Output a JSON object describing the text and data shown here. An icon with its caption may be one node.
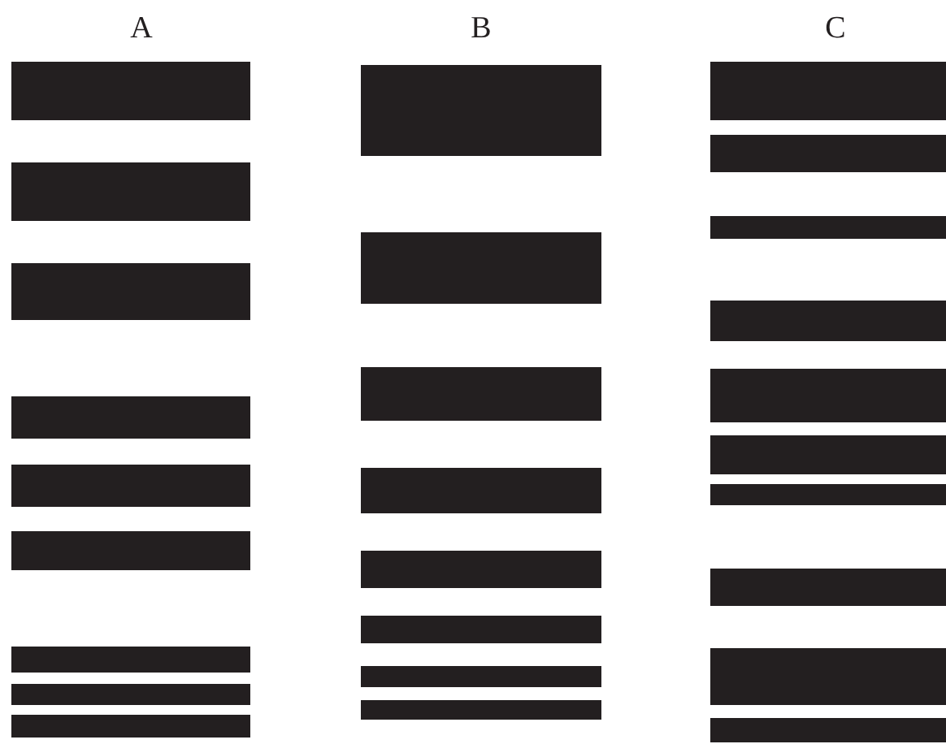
{
  "diagram": {
    "nodes": [
      {
        "text": [],
        "shape": "bar"
      },
      {
        "text": [],
        "shape": "bar"
      },
      {
        "text": [],
        "shape": "bar"
      },
      {
        "text": [],
        "shape": "bar"
      },
      {
        "text": [],
        "shape": "bar"
      },
      {
        "text": [],
        "shape": "bar"
      },
      {
        "text": [],
        "shape": "bar"
      },
      {
        "text": [],
        "shape": "bar"
      },
      {
        "text": [],
        "shape": "bar"
      },
      {
        "text": [],
        "shape": "bar"
      },
      {
        "text": [],
        "shape": "bar"
      },
      {
        "text": [],
        "shape": "bar"
      },
      {
        "text": [],
        "shape": "bar"
      },
      {
        "text": [],
        "shape": "bar"
      },
      {
        "text": [],
        "shape": "bar"
      },
      {
        "text": [],
        "shape": "bar"
      },
      {
        "text": [],
        "shape": "bar"
      },
      {
        "text": [],
        "shape": "bar"
      },
      {
        "text": [],
        "shape": "bar"
      },
      {
        "text": [],
        "shape": "bar"
      },
      {
        "text": [],
        "shape": "bar"
      },
      {
        "text": [],
        "shape": "bar"
      },
      {
        "text": [],
        "shape": "bar"
      },
      {
        "text": [],
        "shape": "bar"
      },
      {
        "text": [],
        "shape": "bar"
      },
      {
        "text": [],
        "shape": "bar"
      },
      {
        "text": [],
        "shape": "bar"
      }
    ],
    "labels": [
      "A",
      "B",
      "C"
    ]
  }
}
